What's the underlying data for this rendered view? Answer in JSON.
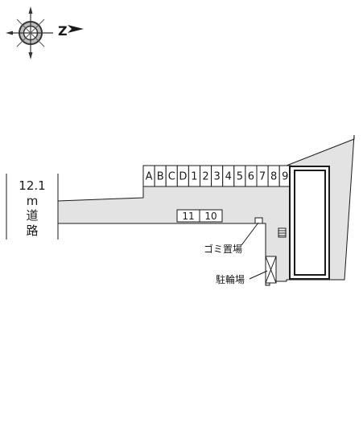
{
  "compass": {
    "north_letter": "Z",
    "icon": "compass-rose-icon"
  },
  "road": {
    "width_value": "12.1",
    "width_unit": "m",
    "label_chars": [
      "道",
      "路"
    ]
  },
  "parking": {
    "row_a": [
      "A",
      "B",
      "C",
      "D",
      "1",
      "2",
      "3",
      "4",
      "5",
      "6",
      "7",
      "8",
      "9"
    ],
    "row_b": [
      "11",
      "10"
    ]
  },
  "facilities": {
    "garbage_label": "ゴミ置場",
    "bicycle_label": "駐輪場"
  },
  "colors": {
    "site_fill": "#e3e3e3",
    "line": "#1a1a1a",
    "background": "#ffffff"
  }
}
